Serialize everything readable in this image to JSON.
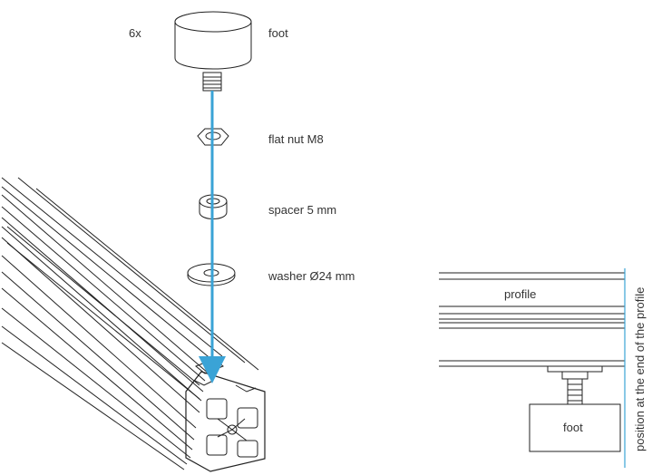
{
  "explode": {
    "quantity": "6x",
    "foot_label": "foot",
    "nut_label": "flat nut M8",
    "spacer_label": "spacer 5 mm",
    "washer_label": "washer Ø24 mm"
  },
  "side_view": {
    "profile_label": "profile",
    "foot_label": "foot",
    "position_note": "position at the end of the profile"
  },
  "colors": {
    "arrow": "#3aa3d6",
    "line": "#222222"
  }
}
